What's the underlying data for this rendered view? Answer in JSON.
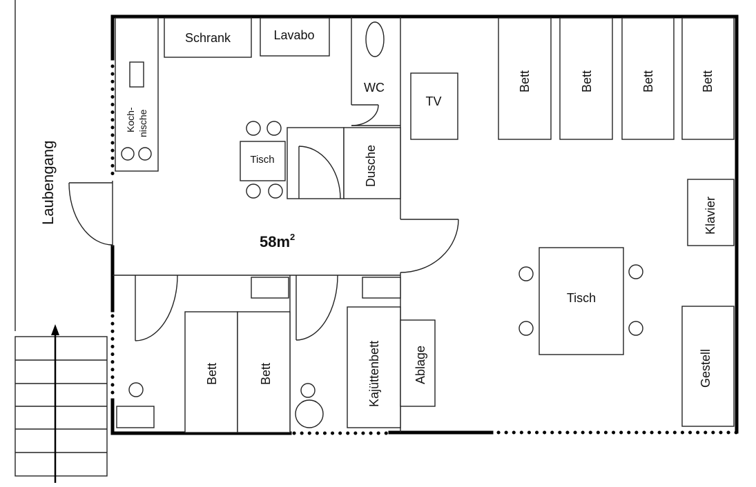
{
  "labels": {
    "corridor": "Laubengang",
    "area": "58m",
    "area_sup": "2",
    "wardrobe": "Schrank",
    "sink": "Lavabo",
    "kitchenette": [
      "Koch-",
      "nische"
    ],
    "wc": "WC",
    "tv": "TV",
    "table_small": "Tisch",
    "shower": "Dusche",
    "bed": "Bett",
    "piano": "Klavier",
    "table_large": "Tisch",
    "bunk_bed": "Kajüttenbett",
    "shelf_small": "Ablage",
    "shelf": "Gestell"
  }
}
